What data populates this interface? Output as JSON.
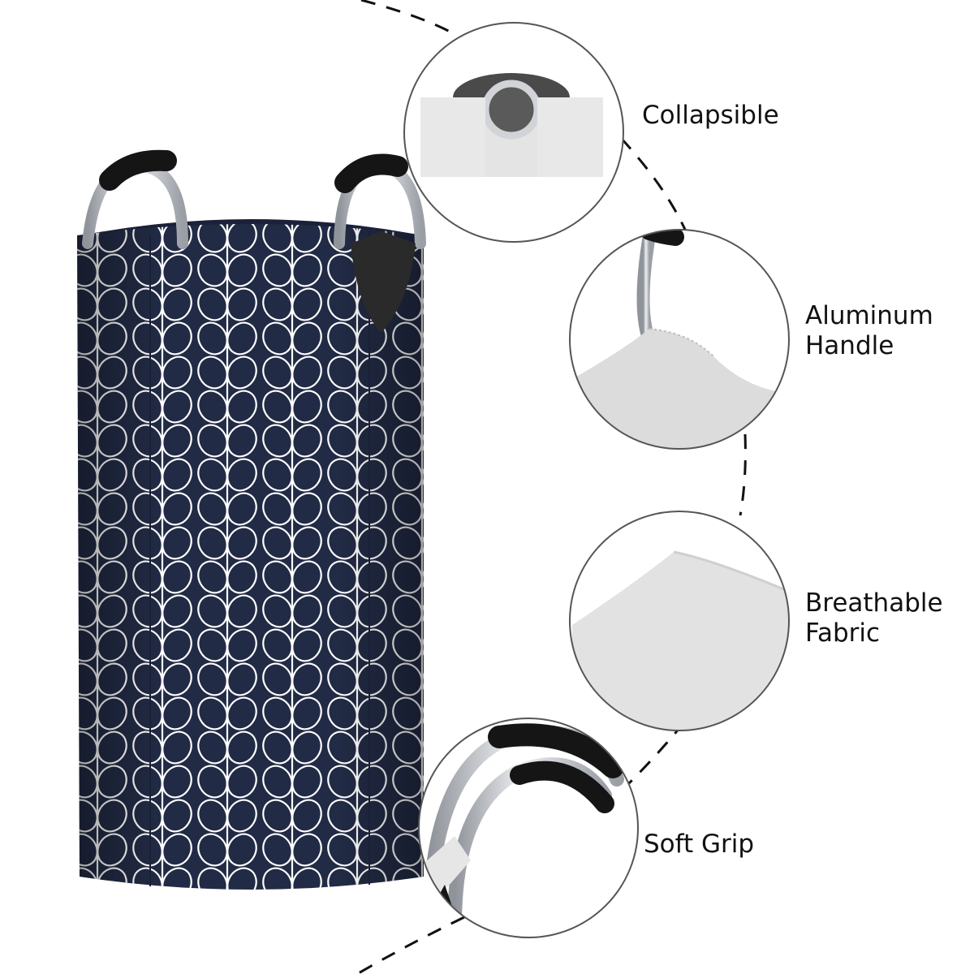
{
  "colors": {
    "background": "#ffffff",
    "basket_fabric": "#222b45",
    "leaf_outline": "#ffffff",
    "handle_metal": "#c9ccd1",
    "handle_grip": "#151515",
    "detail_fabric": "#e6e6e6",
    "circle_border": "#555555",
    "dash_line": "#111111",
    "label_text": "#111111"
  },
  "features": [
    {
      "name": "collapsible",
      "line1": "Collapsible",
      "line2": ""
    },
    {
      "name": "aluminum-handle",
      "line1": "Aluminum",
      "line2": "Handle"
    },
    {
      "name": "breathable-fabric",
      "line1": "Breathable",
      "line2": "Fabric"
    },
    {
      "name": "soft-grip",
      "line1": "Soft Grip",
      "line2": ""
    }
  ]
}
